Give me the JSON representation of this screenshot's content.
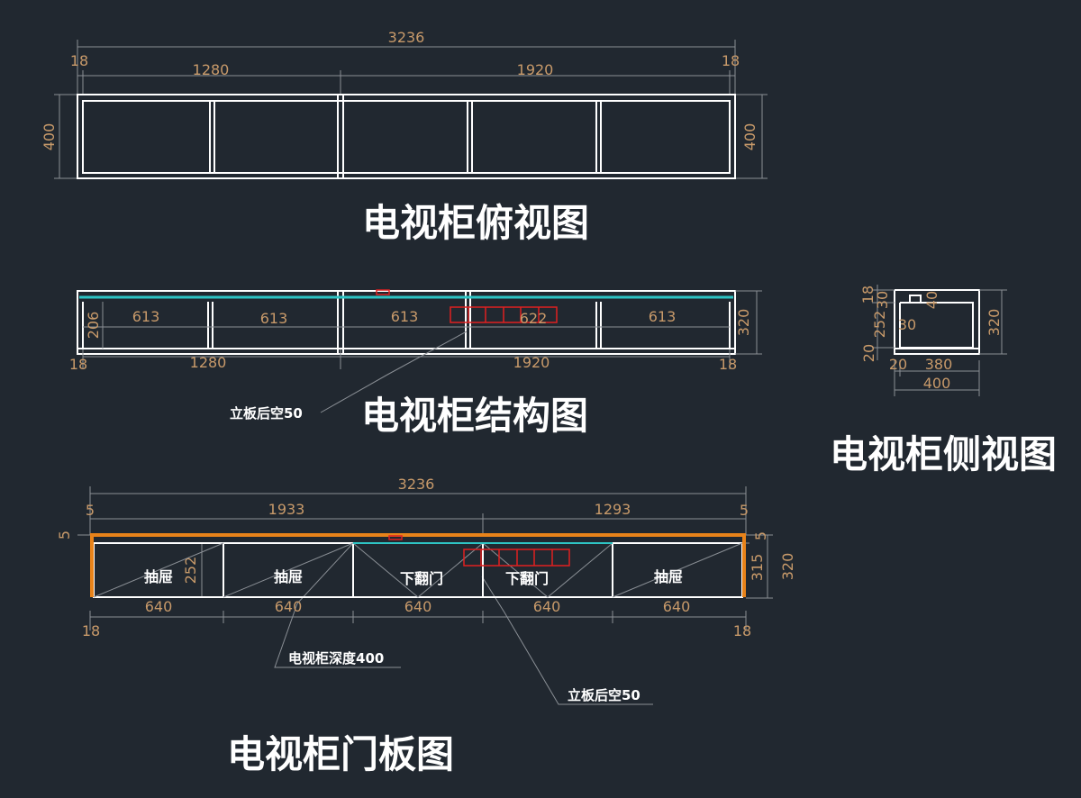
{
  "colors": {
    "background": "#212830",
    "line": "#ffffff",
    "dim_line": "#8a8f95",
    "dim_text": "#c89a6a",
    "cyan": "#2ec4c4",
    "red": "#e02020",
    "orange": "#e8831a"
  },
  "titles": {
    "top_view": "电视柜俯视图",
    "structure": "电视柜结构图",
    "side_view": "电视柜侧视图",
    "door_panel": "电视柜门板图"
  },
  "top_view": {
    "dims": {
      "total": "3236",
      "left_end": "18",
      "right_end": "18",
      "left_span": "1280",
      "right_span": "1920",
      "depth_left": "400",
      "depth_right": "400"
    }
  },
  "structure": {
    "spans": [
      "613",
      "613",
      "613",
      "622",
      "613"
    ],
    "inner_height": "206",
    "height": "320",
    "bottom_left_end": "18",
    "bottom_right_end": "18",
    "bottom_left_span": "1280",
    "bottom_right_span": "1920",
    "callout": "立板后空50"
  },
  "side_view": {
    "dims": {
      "top": "18",
      "gap": "30",
      "notch": "40",
      "inner": "252",
      "inner_small": "30",
      "bottom": "20",
      "height": "320",
      "base_left": "20",
      "base_depth": "380",
      "depth": "400"
    }
  },
  "door_panel": {
    "dims": {
      "total": "3236",
      "left_end": "5",
      "right_end": "5",
      "left_span": "1933",
      "right_span": "1293",
      "left_top": "5",
      "right_top": "5",
      "drawer_height": "252",
      "door_height": "315",
      "height": "320",
      "bottom_left": "18",
      "bottom_right": "18"
    },
    "widths": [
      "640",
      "640",
      "640",
      "640",
      "640"
    ],
    "labels": [
      "抽屉",
      "抽屉",
      "下翻门",
      "下翻门",
      "抽屉"
    ],
    "callout_depth": "电视柜深度400",
    "callout_back": "立板后空50"
  }
}
